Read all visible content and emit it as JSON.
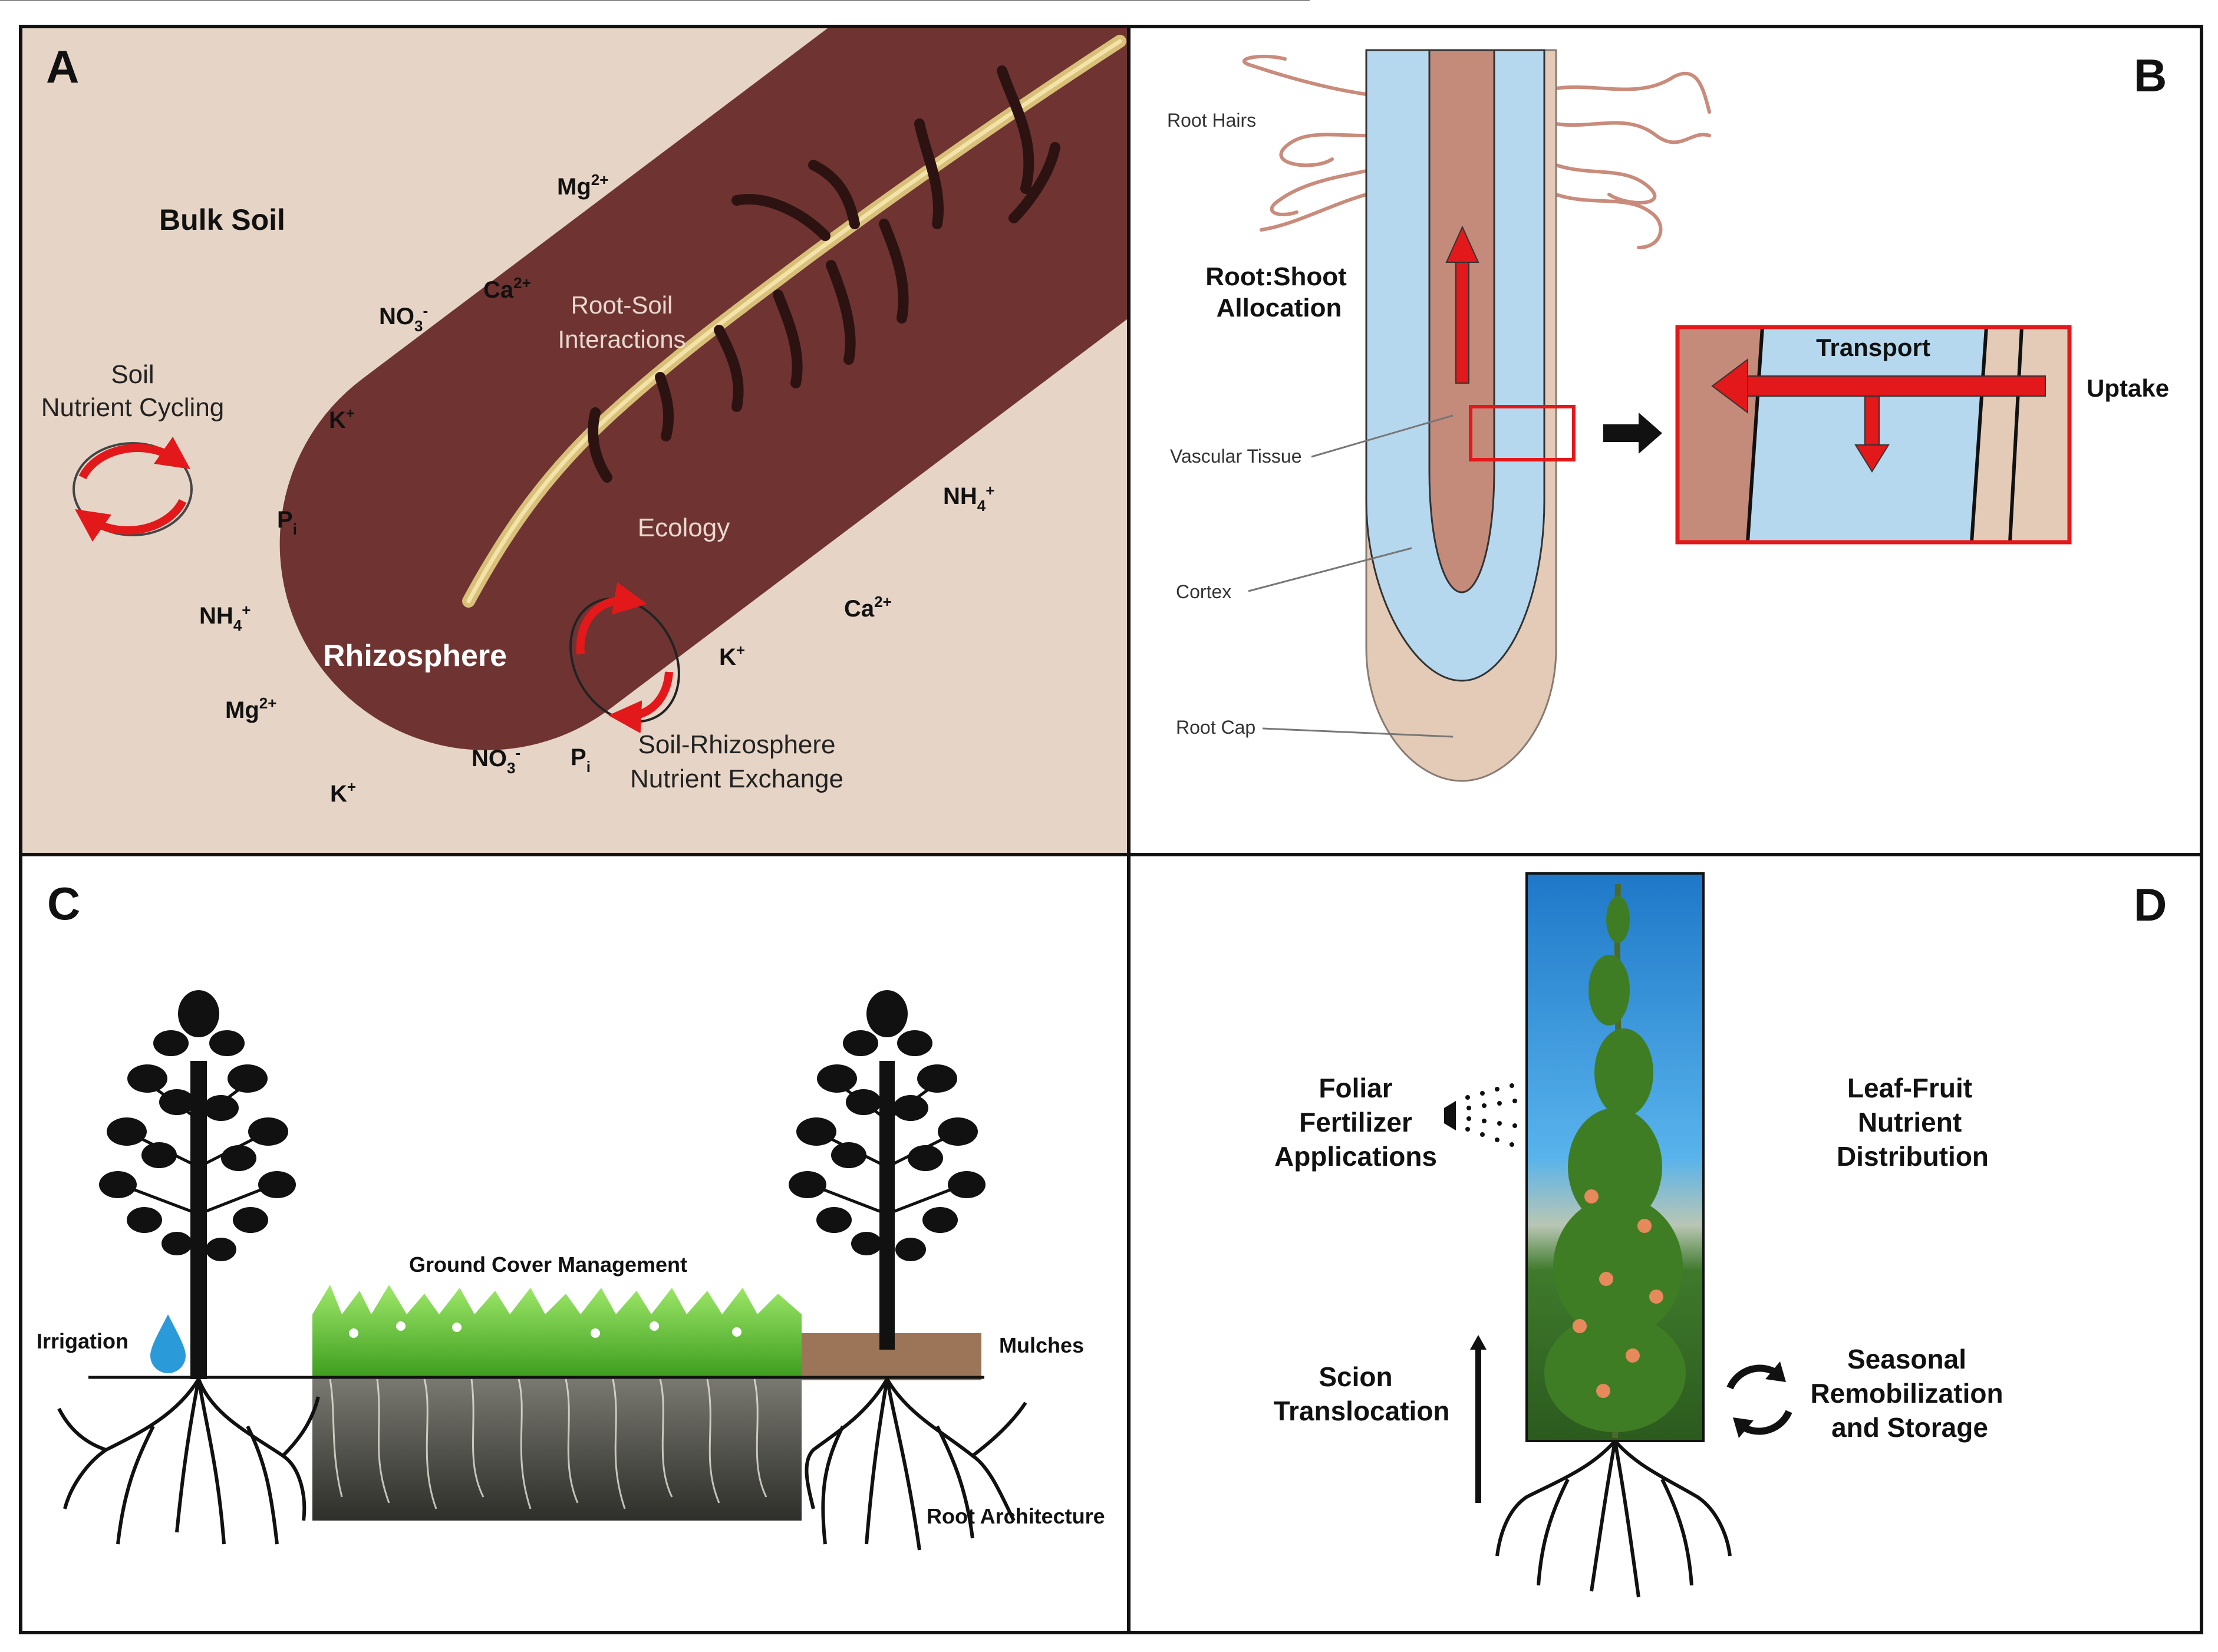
{
  "panels": {
    "a": {
      "letter": "A",
      "bulk_soil": "Bulk Soil",
      "rhizosphere": "Rhizosphere",
      "root_soil_1": "Root-Soil",
      "root_soil_2": "Interactions",
      "ecology": "Ecology",
      "cycling_1": "Soil",
      "cycling_2": "Nutrient Cycling",
      "exchange_1": "Soil-Rhizosphere",
      "exchange_2": "Nutrient Exchange",
      "ions": {
        "mg_top": {
          "base": "Mg",
          "sup": "2+",
          "sub": ""
        },
        "ca_top": {
          "base": "Ca",
          "sup": "2+",
          "sub": ""
        },
        "no3_top": {
          "base": "NO",
          "sup": "-",
          "sub": "3"
        },
        "k_mid": {
          "base": "K",
          "sup": "+",
          "sub": ""
        },
        "pi_left": {
          "base": "P",
          "sup": "",
          "sub": "i"
        },
        "nh4_left": {
          "base": "NH",
          "sup": "+",
          "sub": "4"
        },
        "mg_bottom": {
          "base": "Mg",
          "sup": "2+",
          "sub": ""
        },
        "k_bottom": {
          "base": "K",
          "sup": "+",
          "sub": ""
        },
        "no3_bottom": {
          "base": "NO",
          "sup": "-",
          "sub": "3"
        },
        "pi_bottom": {
          "base": "P",
          "sup": "",
          "sub": "i"
        },
        "k_right": {
          "base": "K",
          "sup": "+",
          "sub": ""
        },
        "ca_right": {
          "base": "Ca",
          "sup": "2+",
          "sub": ""
        },
        "nh4_right": {
          "base": "NH",
          "sup": "+",
          "sub": "4"
        }
      }
    },
    "b": {
      "letter": "B",
      "root_hairs": "Root Hairs",
      "allocation_1": "Root:Shoot",
      "allocation_2": "Allocation",
      "vascular": "Vascular Tissue",
      "cortex": "Cortex",
      "root_cap": "Root Cap",
      "transport": "Transport",
      "uptake": "Uptake"
    },
    "c": {
      "letter": "C",
      "ground_cover": "Ground Cover Management",
      "irrigation": "Irrigation",
      "mulches": "Mulches",
      "root_architecture": "Root Architecture"
    },
    "d": {
      "letter": "D",
      "foliar_1": "Foliar",
      "foliar_2": "Fertilizer",
      "foliar_3": "Applications",
      "leaf_fruit_1": "Leaf-Fruit",
      "leaf_fruit_2": "Nutrient",
      "leaf_fruit_3": "Distribution",
      "scion_1": "Scion",
      "scion_2": "Translocation",
      "seasonal_1": "Seasonal",
      "seasonal_2": "Remobilization",
      "seasonal_3": "and Storage"
    }
  },
  "colors": {
    "soil": "#e6d5c6",
    "rhizosphere": "#6f3431",
    "root_yellow": "#d9c07a",
    "stele": "#c48a7a",
    "cortex": "#b6d8ee",
    "root_cap": "#e3cbb7",
    "arrow_red": "#e3181b",
    "grass": "#6cc73a",
    "sky": "#2b8fd6",
    "tree": "#111111"
  }
}
